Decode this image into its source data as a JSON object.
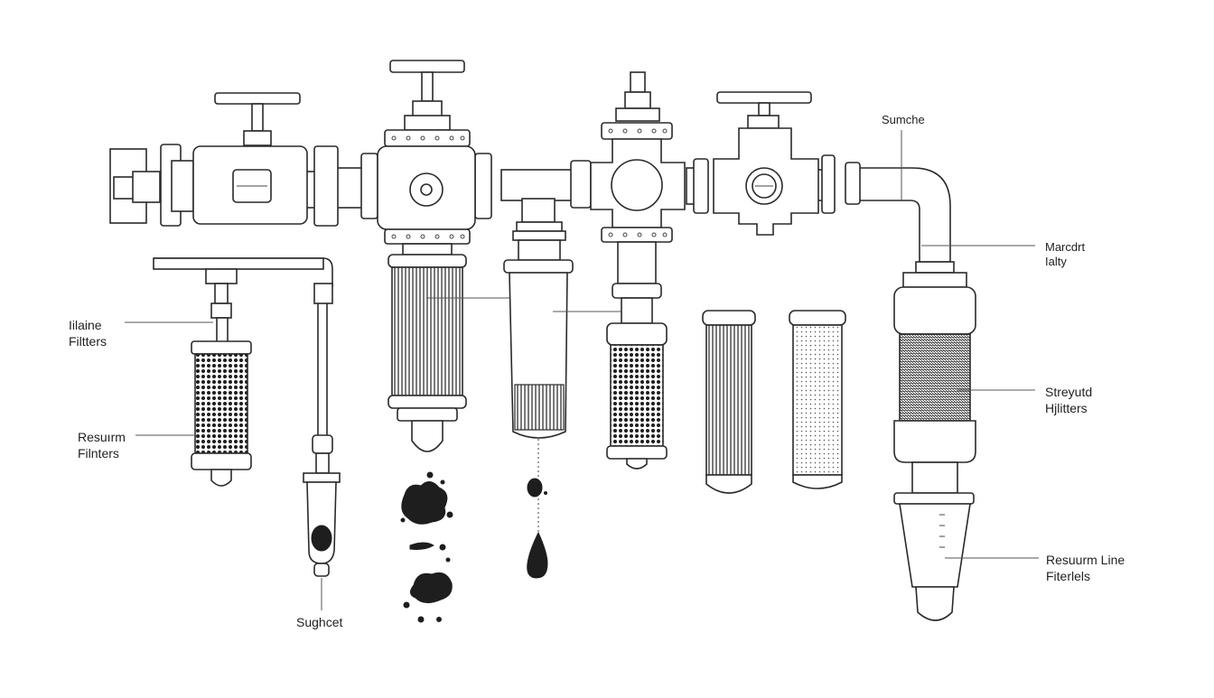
{
  "colors": {
    "ink": "#2a2a2a",
    "background": "#ffffff",
    "fill_dark": "#1e1e1e"
  },
  "labels": {
    "inline_filters": [
      "Iilaine",
      "Filtters"
    ],
    "return_filters": [
      "Resuırm",
      "Filnters"
    ],
    "sughcet": "Sughcet",
    "sunche": "Sumche",
    "manifold": [
      "Marcdrt",
      "Ialty"
    ],
    "strainer": [
      "Streyutd",
      "Hjlitters"
    ],
    "return_line": [
      "Resuurm Line",
      "Fiterlels"
    ]
  }
}
